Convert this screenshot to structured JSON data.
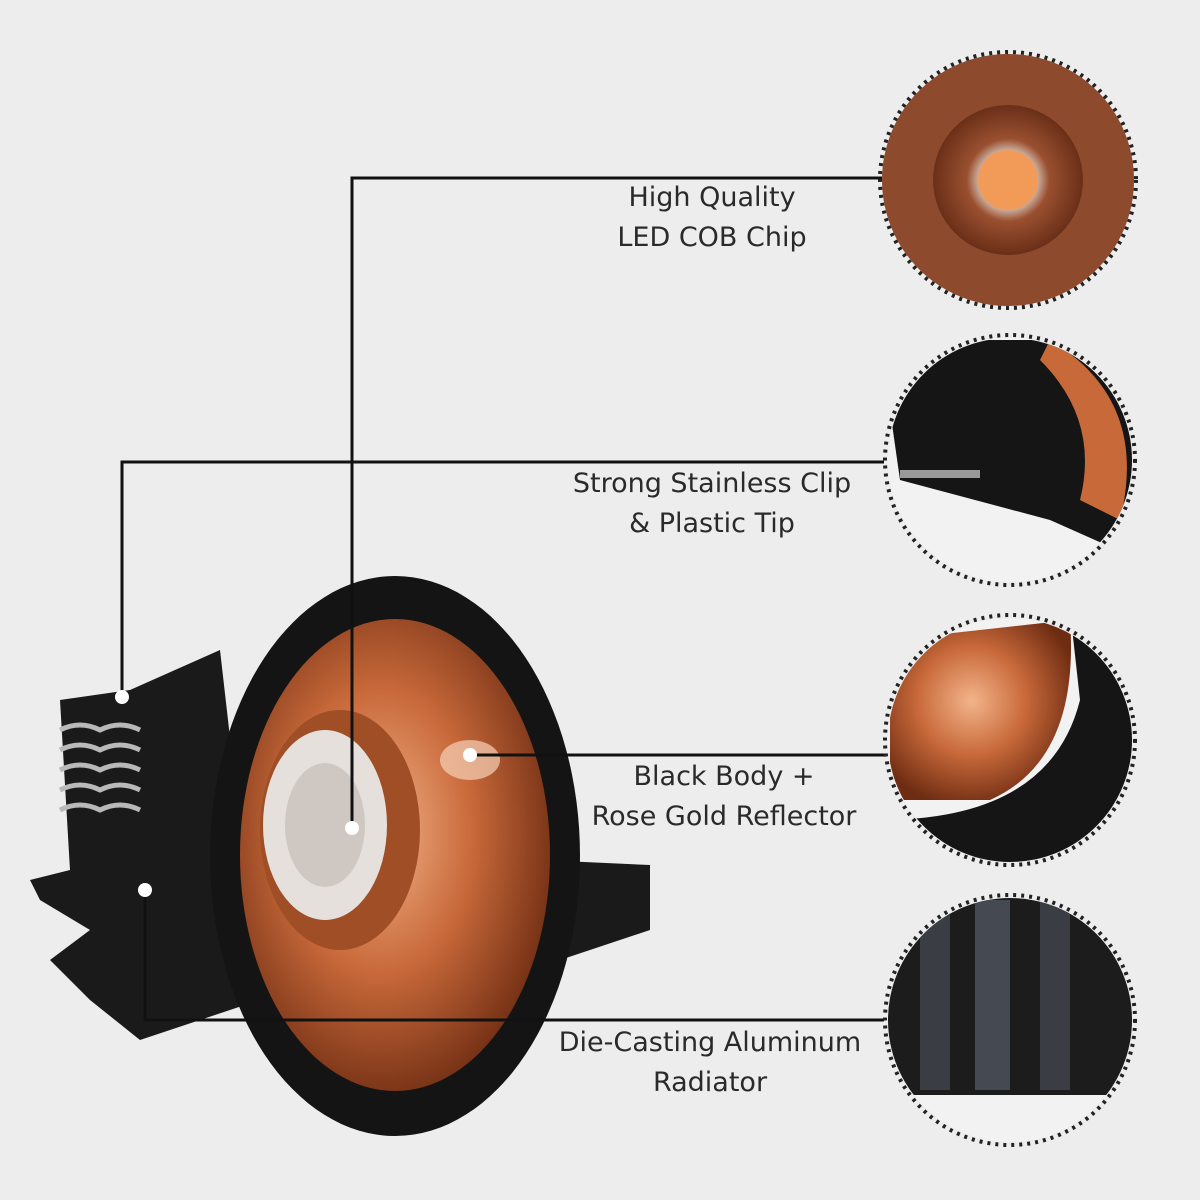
{
  "features": [
    {
      "line1": "High Quality",
      "line2": "LED COB Chip",
      "icon": "led-chip-closeup"
    },
    {
      "line1": "Strong Stainless Clip",
      "line2": "& Plastic Tip",
      "icon": "spring-clip-closeup"
    },
    {
      "line1": "Black Body +",
      "line2": "Rose Gold Reflector",
      "icon": "reflector-closeup"
    },
    {
      "line1": "Die-Casting Aluminum",
      "line2": "Radiator",
      "icon": "radiator-closeup"
    }
  ],
  "colors": {
    "background": "#ededed",
    "body": "#151515",
    "reflector": "#c8693a",
    "line": "#111111"
  }
}
